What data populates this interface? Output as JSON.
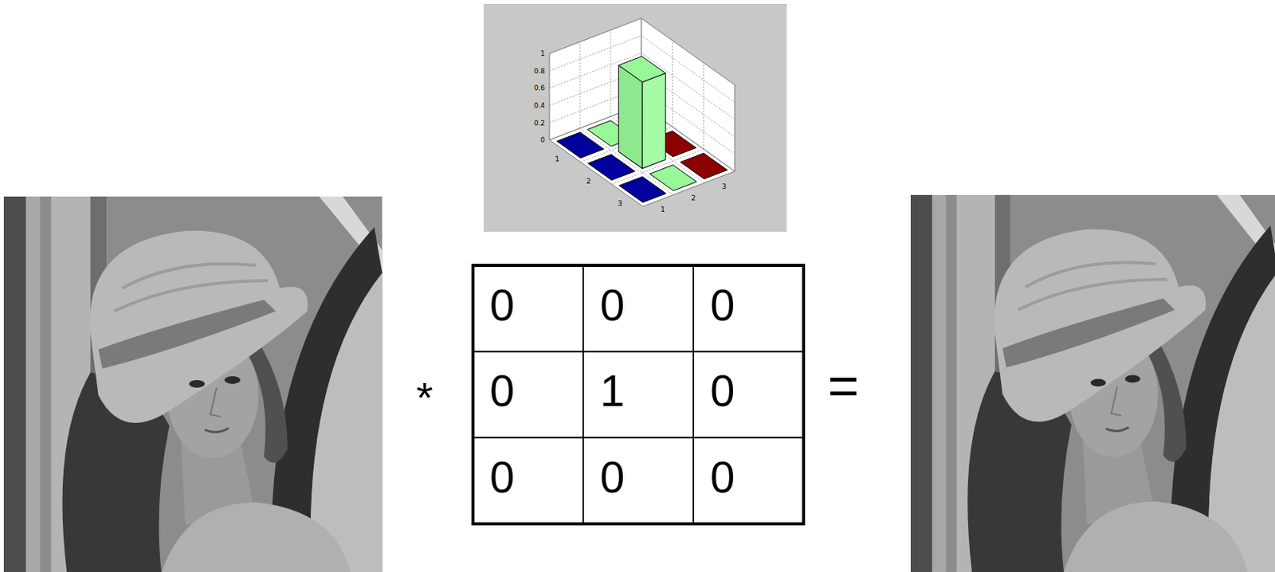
{
  "diagram": {
    "labels": [
      "1",
      "0.8",
      "0.6",
      "0.4",
      "0.2",
      "0",
      "1",
      "2",
      "3",
      "1",
      "2",
      "3",
      "*",
      "0",
      "0",
      "0",
      "0",
      "1",
      "0",
      "0",
      "0",
      "0",
      "="
    ]
  }
}
